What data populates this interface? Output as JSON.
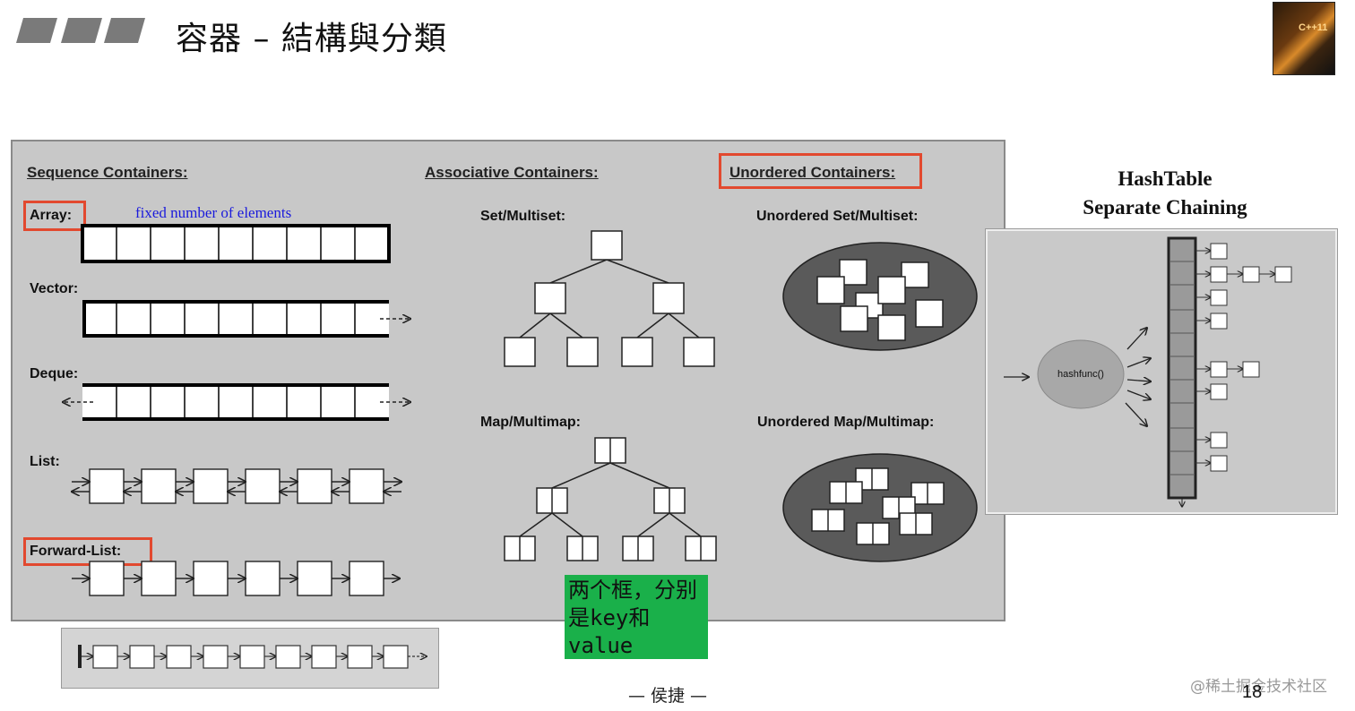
{
  "slide": {
    "title": "容器 – 結構與分類",
    "cover_text": "C++11",
    "page_number": "18",
    "footer": "— 侯捷 —",
    "watermark": "@稀土掘金技术社区"
  },
  "panel": {
    "sequence_header": "Sequence Containers:",
    "associative_header": "Associative Containers:",
    "unordered_header": "Unordered Containers:",
    "array_label": "Array:",
    "array_note": "fixed number of elements",
    "vector_label": "Vector:",
    "deque_label": "Deque:",
    "list_label": "List:",
    "forward_list_label": "Forward-List:",
    "set_label": "Set/Multiset:",
    "map_label": "Map/Multimap:",
    "unordered_set_label": "Unordered Set/Multiset:",
    "unordered_map_label": "Unordered Map/Multimap:"
  },
  "hashtable": {
    "title_line1": "HashTable",
    "title_line2": "Separate Chaining",
    "hashfunc_label": "hashfunc()"
  },
  "annotation": {
    "text": "两个框，分别是key和value",
    "color": "#1ab04a"
  },
  "colors": {
    "highlight": "#e2492f",
    "panel_bg": "#c8c8c8",
    "note_blue": "#1a1adc",
    "ellipse": "#5a5a5a"
  }
}
